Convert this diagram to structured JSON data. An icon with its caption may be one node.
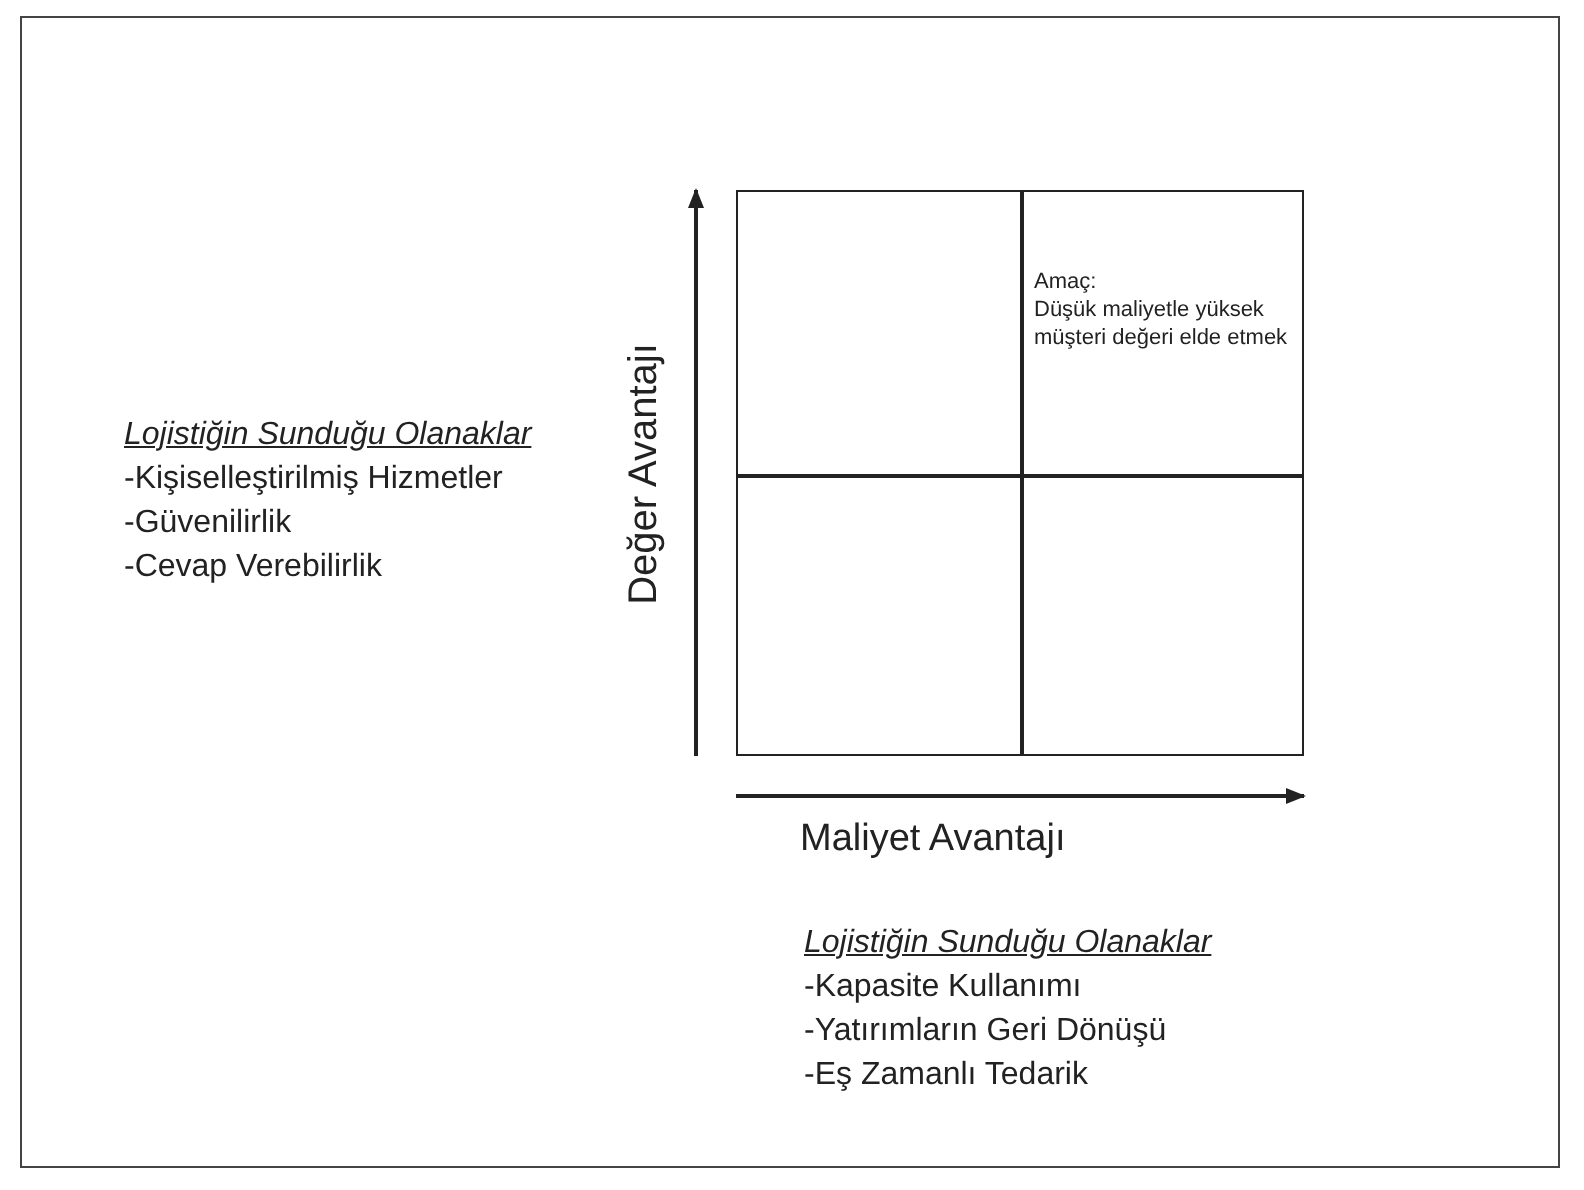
{
  "diagram": {
    "nodes": [
      {
        "text": [],
        "shape": "box"
      },
      {
        "text": [
          "Amaç:",
          "Düşük maliyetle yüksek müşteri değeri elde etmek"
        ]
      },
      {
        "text": [],
        "shape": "box"
      },
      {
        "text": [],
        "shape": "box"
      }
    ],
    "labels": [
      "Lojistiğin Sunduğu Olanaklar",
      "-Kişiselleştirilmiş Hizmetler",
      "-Güvenilirlik",
      "-Cevap Verebilirlik",
      "Değer Avantajı",
      "Maliyet Avantajı",
      "Lojistiğin Sunduğu Olanaklar",
      "-Kapasite Kullanımı",
      "-Yatırımların Geri Dönüşü",
      "-Eş Zamanlı Tedarik"
    ]
  }
}
